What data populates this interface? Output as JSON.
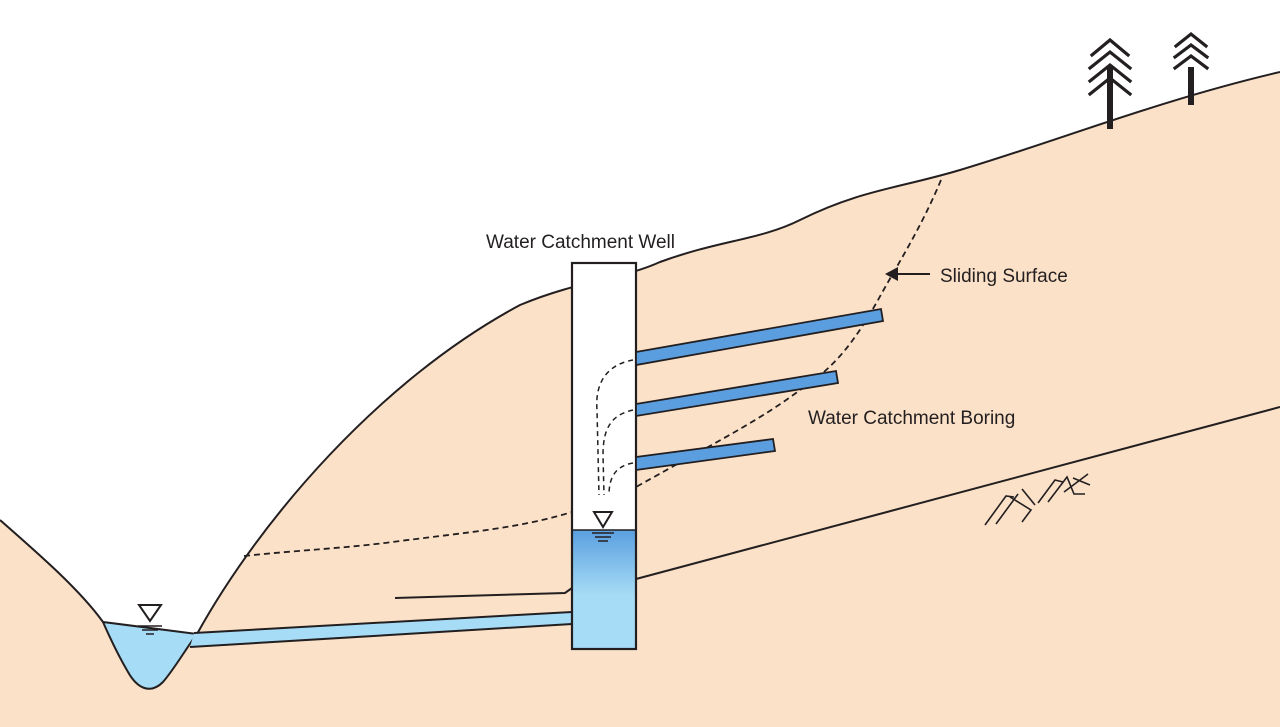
{
  "labels": {
    "well": "Water Catchment Well",
    "sliding_surface": "Sliding Surface",
    "boring": "Water Catchment Boring"
  },
  "colors": {
    "soil": "#fbe1c8",
    "water": "#a6dcf5",
    "water_deep": "#5a9fe0",
    "pipe": "#5b9ee0",
    "outline": "#231f20",
    "well_interior": "#ffffff"
  },
  "icons": [
    "tree-icon",
    "water-level-icon",
    "arrow-icon",
    "rock-hatch-icon"
  ]
}
